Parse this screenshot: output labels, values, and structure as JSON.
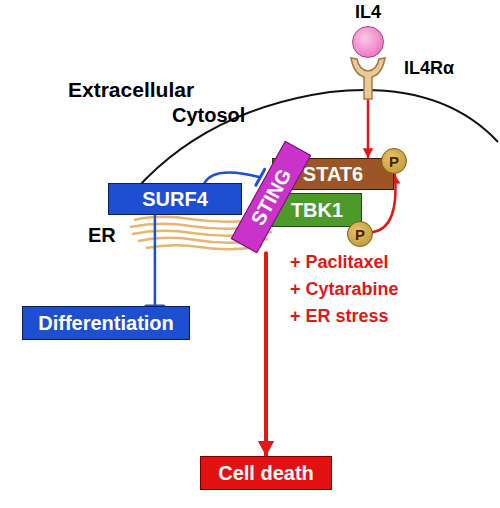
{
  "diagram": {
    "nodes": [
      {
        "text": [
          "IL4"
        ]
      },
      {
        "text": [
          "IL4Rα"
        ]
      },
      {
        "text": [
          "STING"
        ]
      },
      {
        "text": [
          "STAT6"
        ]
      },
      {
        "text": [
          "P"
        ]
      },
      {
        "text": [
          "SURF4"
        ]
      },
      {
        "text": [
          "TBK1"
        ]
      },
      {
        "text": [
          "P"
        ]
      },
      {
        "text": [
          "Differentiation"
        ]
      },
      {
        "text": [
          "Cell death"
        ]
      }
    ],
    "edges": [
      {
        "from": 1,
        "to": 3,
        "arrow": "to"
      },
      {
        "from": 5,
        "to": 2,
        "arrow": "to"
      },
      {
        "from": 5,
        "to": 8,
        "arrow": "to"
      },
      {
        "from": 7,
        "to": 4,
        "arrow": "to"
      },
      {
        "from": 2,
        "to": 9,
        "arrow": "to"
      }
    ],
    "labels": [
      "Extracellular",
      "Cytosol",
      "ER",
      "+ Paclitaxel",
      "+ Cytarabine",
      "+ ER stress"
    ]
  }
}
